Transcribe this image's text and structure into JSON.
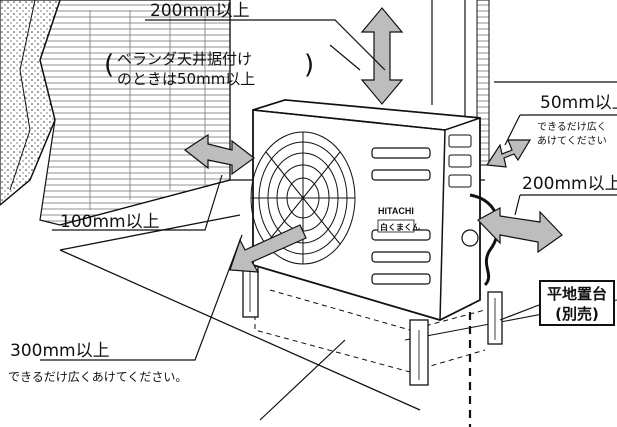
{
  "labels": {
    "top_clearance": "200mm以上",
    "veranda_line1": "ベランダ天井据付け",
    "veranda_line2": "のときは50mm以上",
    "right_clearance": "50mm以上",
    "right_note_line1": "できるだけ広く",
    "right_note_line2": "あけてください",
    "right_outlet_clearance": "200mm以上",
    "left_clearance": "100mm以上",
    "front_clearance": "300mm以上",
    "front_note": "できるだけ広くあけてください。",
    "stand_line1": "平地置台",
    "stand_line2": "(別売)"
  },
  "unit_logo": {
    "brand": "HITACHI",
    "model": "白くまくん"
  },
  "colors": {
    "arrow_fill": "#bdbdbd",
    "line": "#111111"
  }
}
